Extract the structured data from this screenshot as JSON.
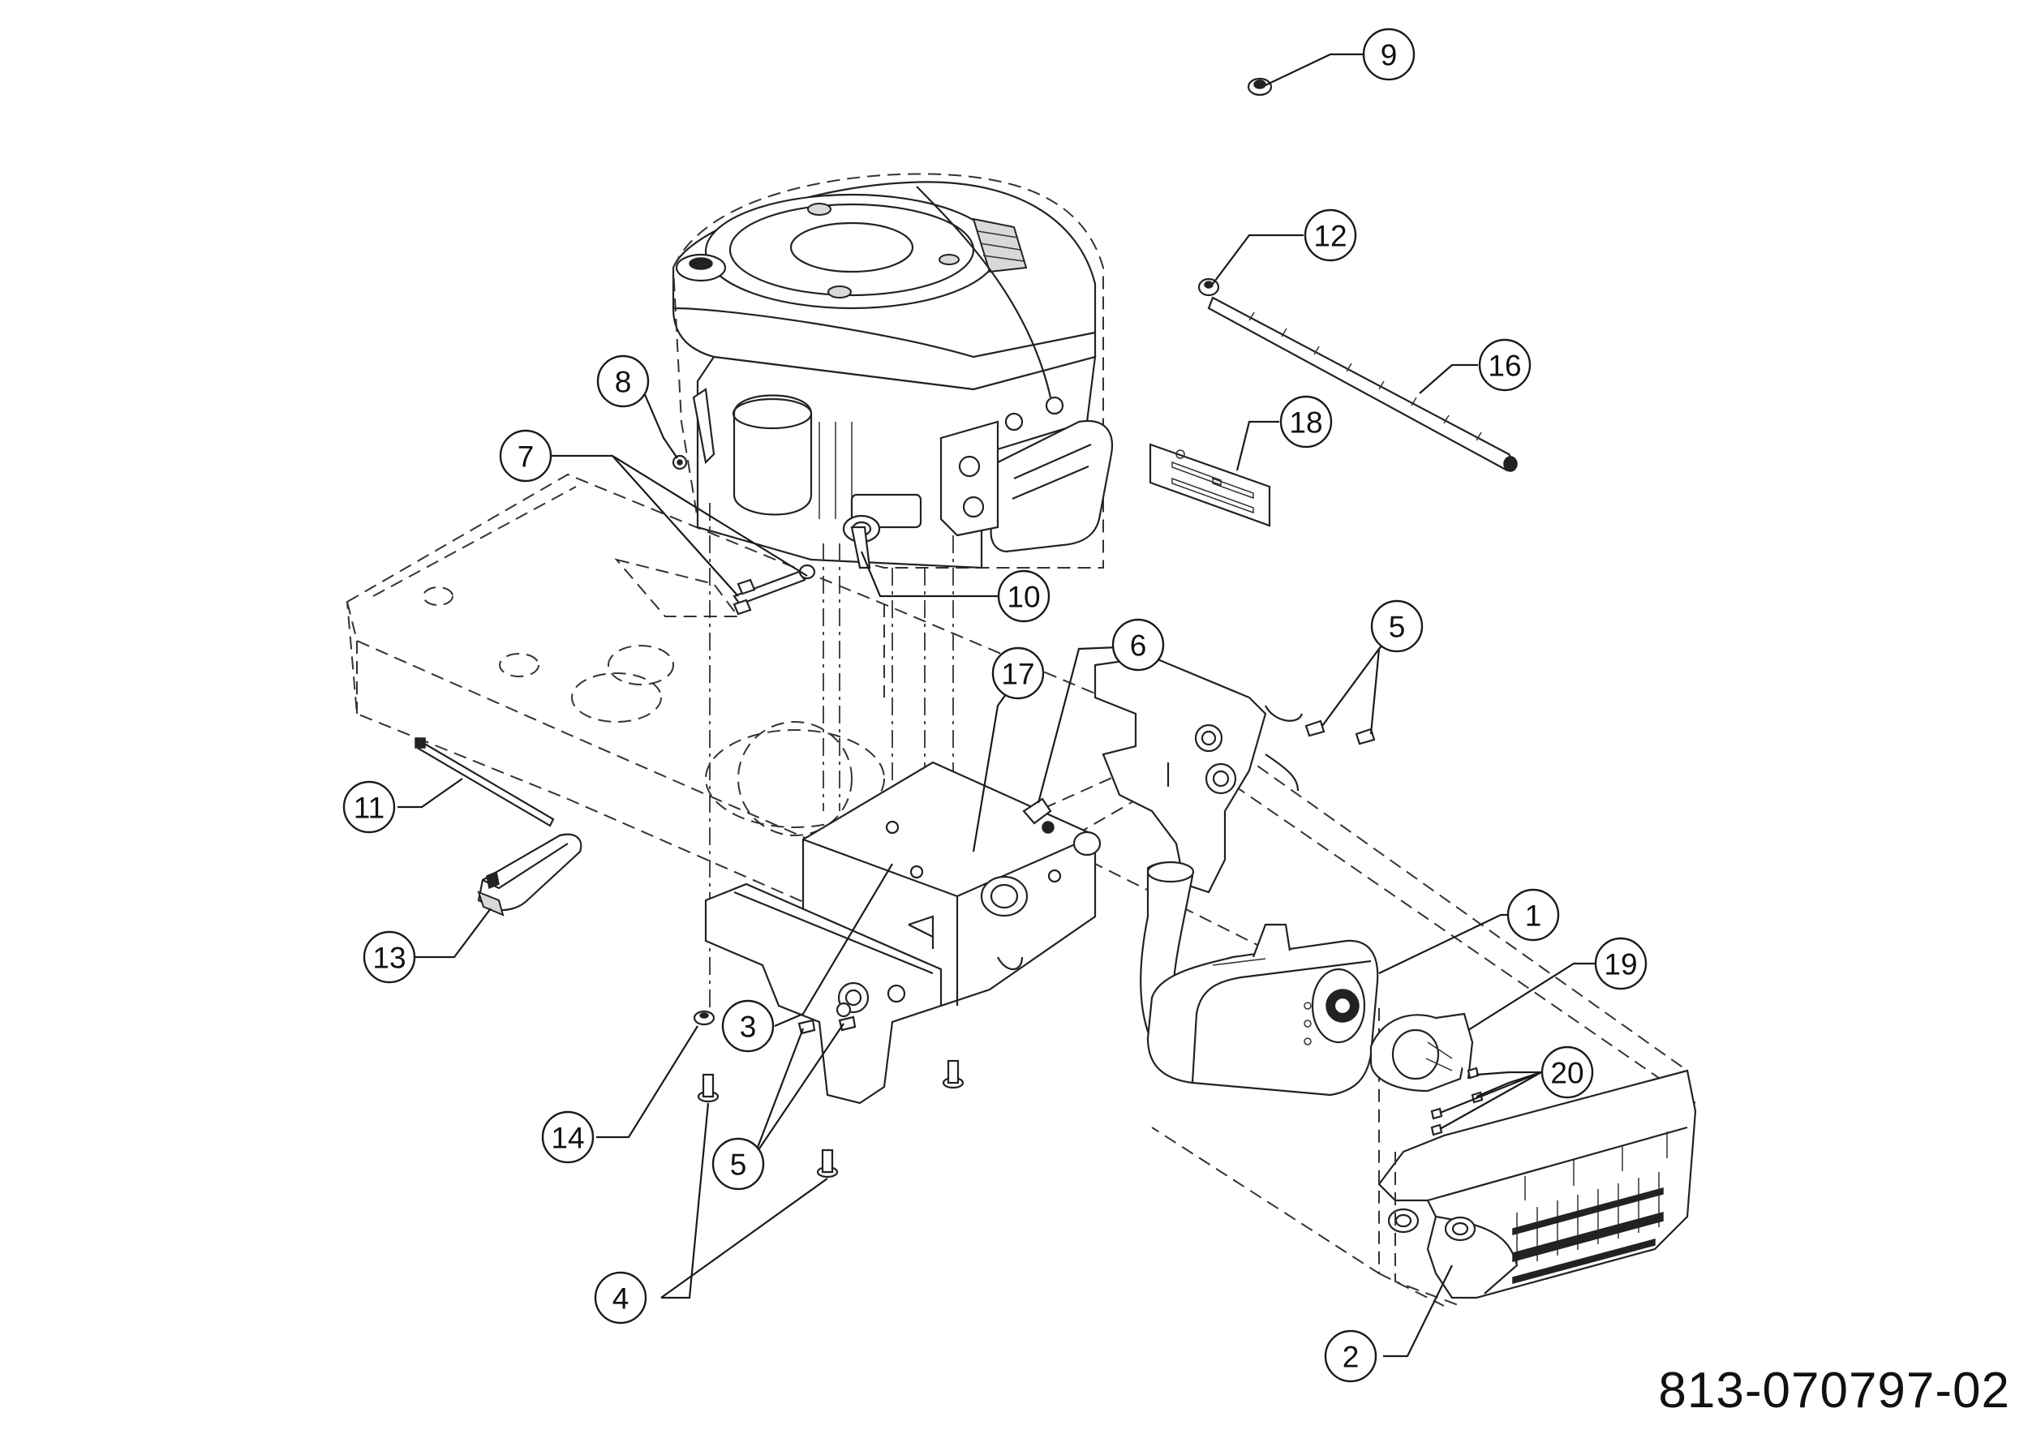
{
  "diagram_number": "813-070797-02",
  "callouts": [
    {
      "id": "c1",
      "label": "1"
    },
    {
      "id": "c2",
      "label": "2"
    },
    {
      "id": "c3",
      "label": "3"
    },
    {
      "id": "c4",
      "label": "4"
    },
    {
      "id": "c5a",
      "label": "5"
    },
    {
      "id": "c5b",
      "label": "5"
    },
    {
      "id": "c6",
      "label": "6"
    },
    {
      "id": "c7",
      "label": "7"
    },
    {
      "id": "c8",
      "label": "8"
    },
    {
      "id": "c9",
      "label": "9"
    },
    {
      "id": "c10",
      "label": "10"
    },
    {
      "id": "c11",
      "label": "11"
    },
    {
      "id": "c12",
      "label": "12"
    },
    {
      "id": "c13",
      "label": "13"
    },
    {
      "id": "c14",
      "label": "14"
    },
    {
      "id": "c16",
      "label": "16"
    },
    {
      "id": "c17",
      "label": "17"
    },
    {
      "id": "c18",
      "label": "18"
    },
    {
      "id": "c19",
      "label": "19"
    },
    {
      "id": "c20",
      "label": "20"
    }
  ]
}
